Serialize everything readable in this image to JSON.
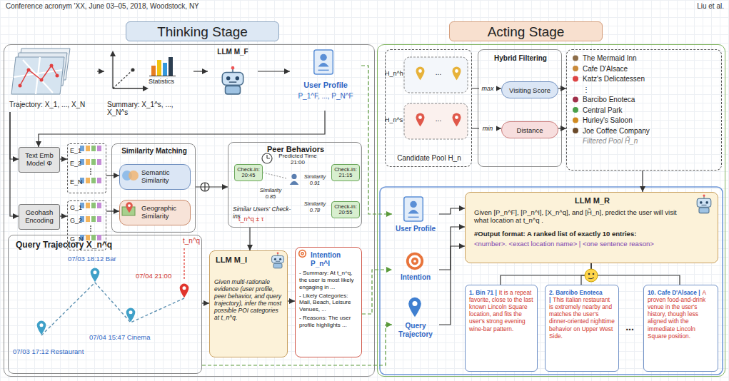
{
  "diagram": {
    "nodes": [
      {
        "text": [
          "Thinking Stage"
        ]
      },
      {
        "text": [
          "Acting Stage"
        ]
      },
      {
        "text": [
          "Trajectory: X_1, ..., X_N"
        ],
        "in": 0
      },
      {
        "text": [
          "Statistics",
          "Summary: X_1^s, ..., X_N^s"
        ],
        "in": 0
      },
      {
        "text": [
          "LLM M_F"
        ],
        "in": 0
      },
      {
        "text": [
          "User Profile",
          "P_1^F, ..., P_N^F"
        ],
        "in": 0
      },
      {
        "text": [
          "Text Emb Model Φ"
        ],
        "in": 0
      },
      {
        "text": [
          "E_1",
          "E_2",
          "E_N"
        ],
        "in": 0
      },
      {
        "text": [
          "Geohash Encoding"
        ],
        "in": 0
      },
      {
        "text": [
          "G_1",
          "G_2",
          "G_N"
        ],
        "in": 0
      },
      {
        "text": [
          "Similarity Matching"
        ],
        "in": 0
      },
      {
        "text": [
          "Semantic Similarity"
        ],
        "in": 10
      },
      {
        "text": [
          "Geographic Similarity"
        ],
        "in": 10
      },
      {
        "text": [
          "Peer Behaviors",
          "Similar Users' Check-ins",
          "t_n^q ± τ"
        ],
        "in": 0
      },
      {
        "text": [
          "Check-in: 20:45"
        ],
        "in": 13
      },
      {
        "text": [
          "Check-in: 21:15"
        ],
        "in": 13
      },
      {
        "text": [
          "Check-in: 20:55"
        ],
        "in": 13
      },
      {
        "text": [
          "Query Trajectory X_n^q"
        ],
        "in": 0
      },
      {
        "text": [
          "LLM M_I",
          "Given multi-rationale evidence (user profile, peer behavior, and query trajectory), infer the most possible POI categories at t_n^q."
        ],
        "in": 0
      },
      {
        "text": [
          "Intention P_n^I",
          "- Summary: At t_n^q, the user is most likely engaging in ...",
          "- Likely Categories: Mall, Beach, Leisure Venues, ...",
          "- Reasons: The user profile highlights ..."
        ],
        "in": 0
      },
      {
        "text": [
          "Candidate Pool H_n"
        ],
        "in": 1
      },
      {
        "text": [
          "Hybrid Filtering"
        ],
        "in": 1
      },
      {
        "text": [
          "Visiting Score"
        ],
        "in": 21
      },
      {
        "text": [
          "Distance"
        ],
        "in": 21
      },
      {
        "text": [
          "The Mermaid Inn",
          "Cafe D'Alsace",
          "Katz's Delicatessen",
          "⋮",
          "Barcibo Enoteca",
          "Central Park",
          "Hurley's Saloon",
          "Joe Coffee Company",
          "Filtered Pool H̃_n"
        ],
        "in": 1
      },
      {
        "text": [
          "User Profile"
        ],
        "in": 1
      },
      {
        "text": [
          "Intention"
        ],
        "in": 1
      },
      {
        "text": [
          "Query Trajectory"
        ],
        "in": 1
      },
      {
        "text": [
          "LLM M_R",
          "Given [P_n^F], [P_n^I], [X_n^q], and [H̃_n], predict the user will visit what location at t_n^q .",
          "#Output format: A ranked list of exactly 10 entries:",
          "<number>. <exact location name> | <one sentence reason>"
        ],
        "in": 1
      },
      {
        "text": [
          "1. Bin 71 |",
          "It is a repeat favorite, close to the last known Lincoln Square location, and fits the user's strong evening wine-bar pattern."
        ],
        "in": 1
      },
      {
        "text": [
          "2. Barcibo Enoteca |",
          "This Italian restaurant is extremely nearby and matches the user's dinner-oriented nighttime behavior on Upper West Side."
        ],
        "in": 1
      },
      {
        "text": [
          "10. Cafe D'Alsace |",
          "A proven food-and-drink venue in the user's history, though less aligned with the immediate Lincoln Square position."
        ],
        "in": 1
      }
    ],
    "edges": [
      {
        "from": 2,
        "to": 3,
        "arrow": "to"
      },
      {
        "from": 3,
        "to": 4,
        "arrow": "to"
      },
      {
        "from": 4,
        "to": 5,
        "arrow": "to"
      },
      {
        "from": 2,
        "to": 6,
        "arrow": "to"
      },
      {
        "from": 2,
        "to": 8,
        "arrow": "to"
      },
      {
        "from": 5,
        "to": 6,
        "arrow": "to"
      },
      {
        "from": 6,
        "to": 7,
        "arrow": "to"
      },
      {
        "from": 7,
        "to": 11,
        "arrow": "to"
      },
      {
        "from": 8,
        "to": 9,
        "arrow": "to"
      },
      {
        "from": 9,
        "to": 12,
        "arrow": "to"
      },
      {
        "from": 10,
        "to": 13,
        "arrow": "to"
      },
      {
        "from": 13,
        "to": 18,
        "arrow": "to"
      },
      {
        "from": 17,
        "to": 18,
        "arrow": "to"
      },
      {
        "from": 18,
        "to": 19,
        "arrow": "to"
      },
      {
        "from": 5,
        "to": 25,
        "arrow": "to"
      },
      {
        "from": 19,
        "to": 26,
        "arrow": "to"
      },
      {
        "from": 17,
        "to": 27,
        "arrow": "to"
      },
      {
        "from": 20,
        "to": 22,
        "label": "max",
        "arrow": "to"
      },
      {
        "from": 20,
        "to": 23,
        "label": "min",
        "arrow": "to"
      },
      {
        "from": 22,
        "to": 24,
        "arrow": "to"
      },
      {
        "from": 23,
        "to": 24,
        "arrow": "to"
      },
      {
        "from": 24,
        "to": 28,
        "arrow": "to"
      },
      {
        "from": 25,
        "to": 28,
        "arrow": "to"
      },
      {
        "from": 26,
        "to": 28,
        "arrow": "to"
      },
      {
        "from": 27,
        "to": 28,
        "arrow": "to"
      },
      {
        "from": 28,
        "to": 29,
        "arrow": "none"
      },
      {
        "from": 28,
        "to": 30,
        "arrow": "none"
      },
      {
        "from": 28,
        "to": 31,
        "arrow": "none"
      }
    ],
    "labels": [
      "Conference acronym 'XX, June 03–05, 2018, Woodstock, NY",
      "Liu et al.",
      "Predicted Time 21:00",
      "Similarity 0.85",
      "Similarity 0.91",
      "Similarity 0.78",
      "t_n^q",
      "07/03 18:12 Bar",
      "07/04 21:00",
      "07/03 17:12 Restaurant",
      "07/04 15:47 Cinema",
      "H_n^h",
      "H_n^s",
      "...",
      "...",
      "..."
    ]
  }
}
